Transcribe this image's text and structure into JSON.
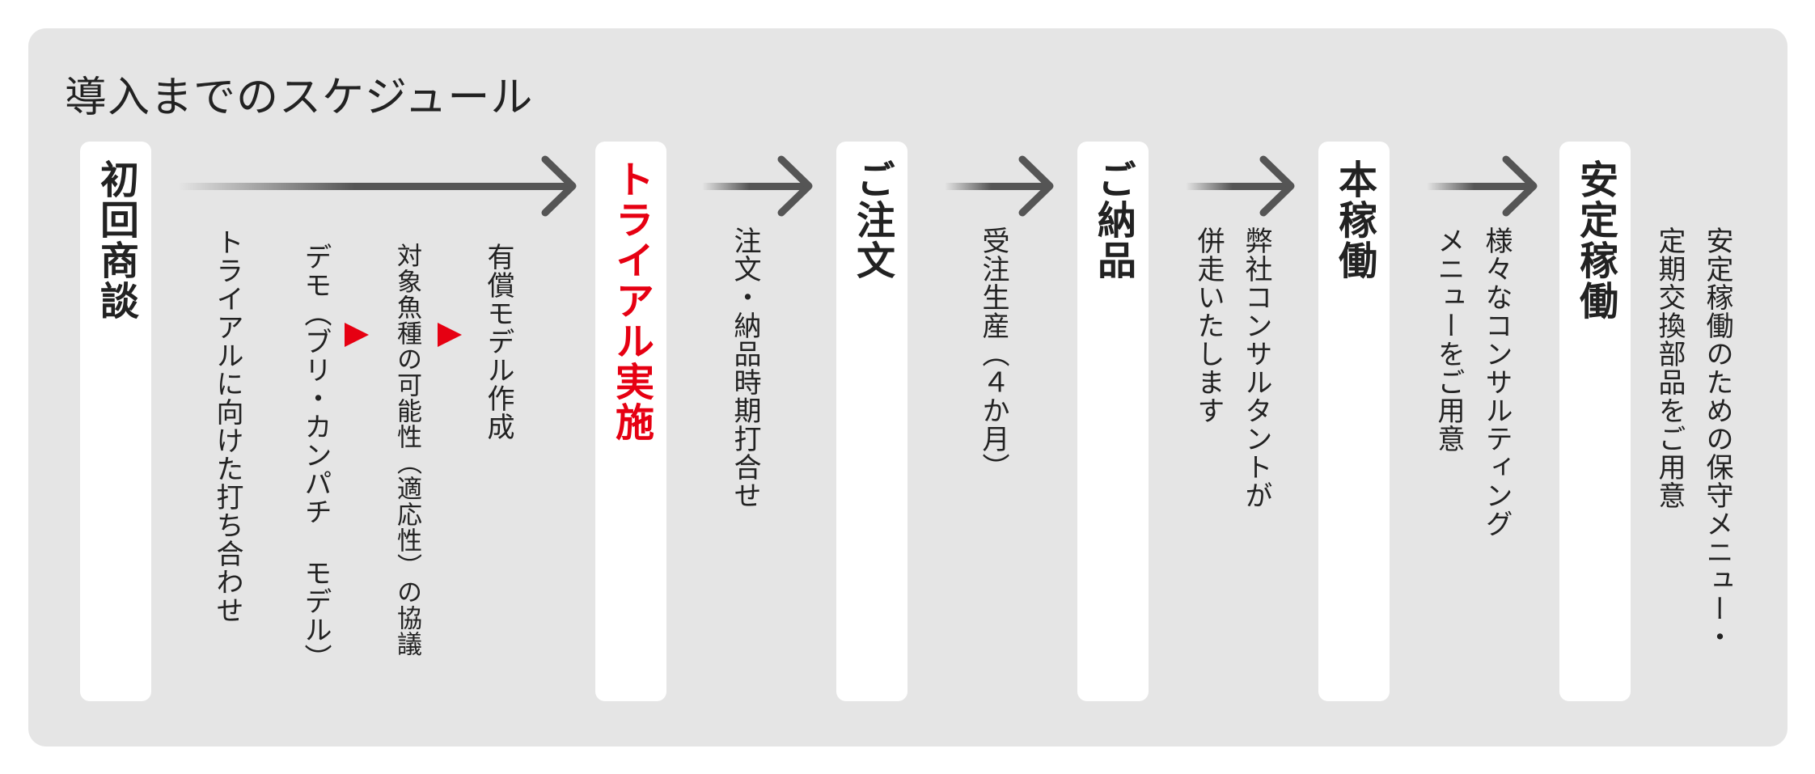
{
  "title": "導入までのスケジュール",
  "colors": {
    "panel": "#e5e5e5",
    "step_box": "#ffffff",
    "highlight": "#e60012",
    "arrow": "#555555"
  },
  "steps": [
    {
      "label": "初回商談"
    },
    {
      "label": "トライアル実施",
      "highlight": true
    },
    {
      "label": "ご注文"
    },
    {
      "label": "ご納品"
    },
    {
      "label": "本稼働"
    },
    {
      "label": "安定稼働"
    }
  ],
  "initial_meeting": {
    "items": [
      "トライアルに向けた打ち合わせ",
      "デモ（ブリ・カンパチ モデル）",
      "対象魚種の可能性（適応性）の協議",
      "有償モデル作成"
    ]
  },
  "trial": {
    "desc": "注文・納品時期打合せ"
  },
  "order": {
    "desc": "受注生産（４か月）"
  },
  "delivery": {
    "desc_line1": "弊社コンサルタントが",
    "desc_line2": "併走いたします"
  },
  "operation": {
    "desc_line1": "様々なコンサルティング",
    "desc_line2": "メニューをご用意"
  },
  "stable": {
    "desc_line1": "安定稼働のための保守メニュー・",
    "desc_line2": "定期交換部品をご用意"
  }
}
